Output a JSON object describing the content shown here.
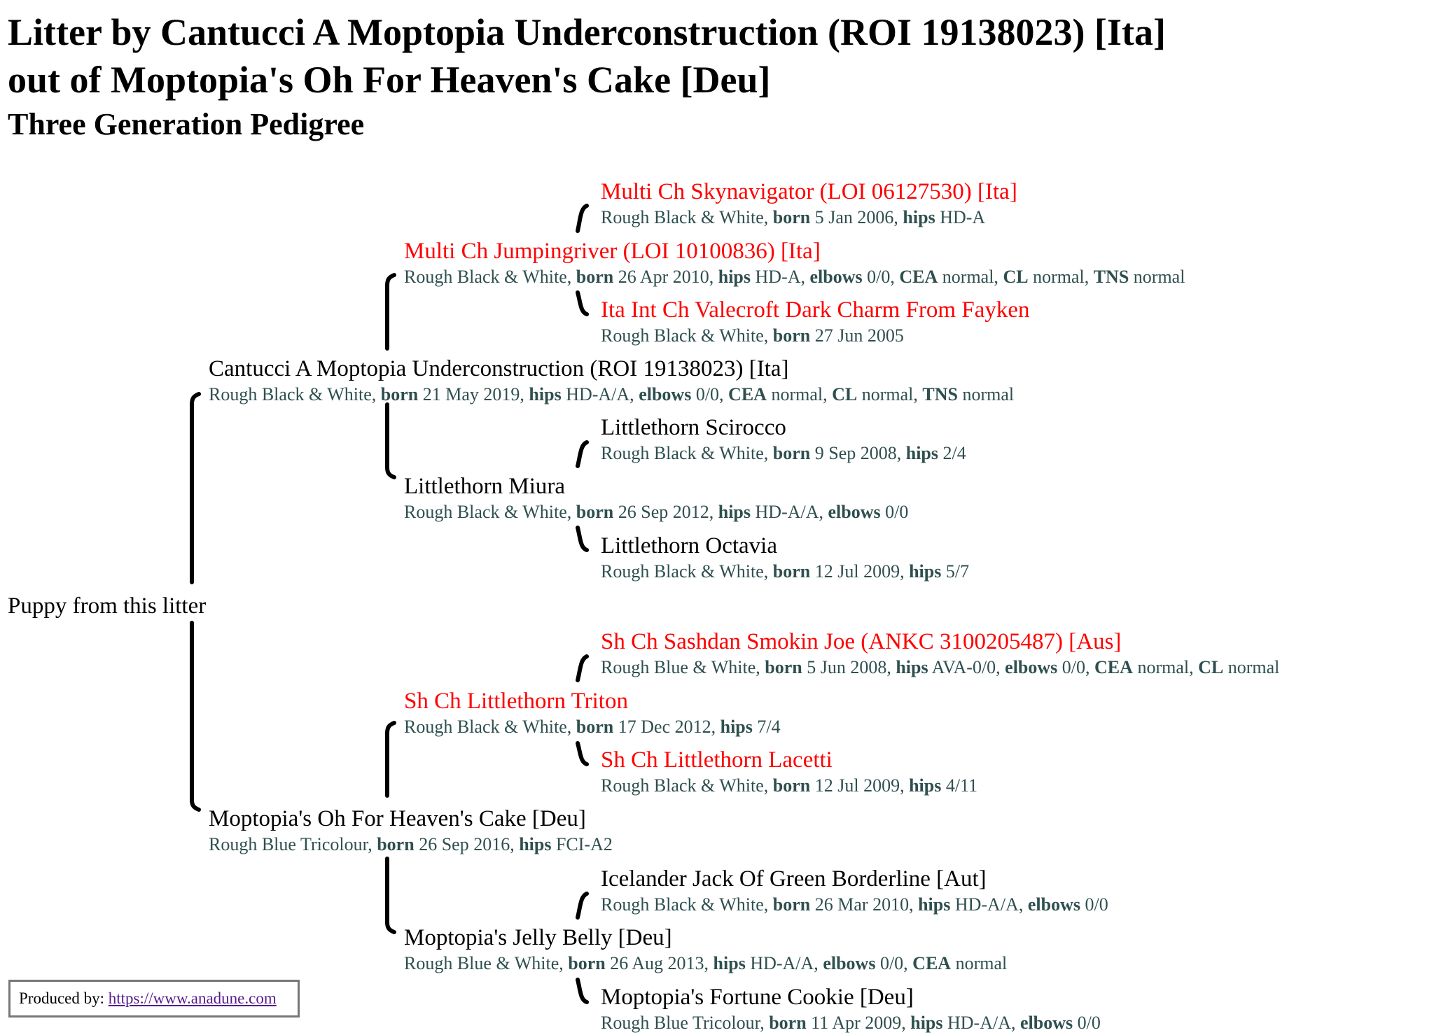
{
  "page": {
    "title_line1": "Litter by Cantucci A Moptopia Underconstruction (ROI 19138023) [Ita]",
    "title_line2": "out of Moptopia's Oh For Heaven's Cake [Deu]",
    "subtitle": "Three Generation Pedigree"
  },
  "puppy": {
    "name": "Puppy from this litter"
  },
  "sire": {
    "name": "Cantucci A Moptopia Underconstruction (ROI 19138023) [Ita]",
    "champion": false,
    "info": [
      [
        "",
        "Rough Black & White, "
      ],
      [
        "born",
        " 21 May 2019, "
      ],
      [
        "hips",
        " HD-A/A, "
      ],
      [
        "elbows",
        " 0/0, "
      ],
      [
        "CEA",
        " normal, "
      ],
      [
        "CL",
        " normal, "
      ],
      [
        "TNS",
        " normal"
      ]
    ]
  },
  "sire_sire": {
    "name": "Multi Ch Jumpingriver (LOI 10100836) [Ita]",
    "champion": true,
    "info": [
      [
        "",
        "Rough Black & White, "
      ],
      [
        "born",
        " 26 Apr 2010, "
      ],
      [
        "hips",
        " HD-A, "
      ],
      [
        "elbows",
        " 0/0, "
      ],
      [
        "CEA",
        " normal, "
      ],
      [
        "CL",
        " normal, "
      ],
      [
        "TNS",
        " normal"
      ]
    ]
  },
  "sire_sire_sire": {
    "name": "Multi Ch Skynavigator (LOI 06127530) [Ita]",
    "champion": true,
    "info": [
      [
        "",
        "Rough Black & White, "
      ],
      [
        "born",
        " 5 Jan 2006, "
      ],
      [
        "hips",
        " HD-A"
      ]
    ]
  },
  "sire_sire_dam": {
    "name": "Ita Int Ch Valecroft Dark Charm From Fayken",
    "champion": true,
    "info": [
      [
        "",
        "Rough Black & White, "
      ],
      [
        "born",
        " 27 Jun 2005"
      ]
    ]
  },
  "sire_dam": {
    "name": "Littlethorn Miura",
    "champion": false,
    "info": [
      [
        "",
        "Rough Black & White, "
      ],
      [
        "born",
        " 26 Sep 2012, "
      ],
      [
        "hips",
        " HD-A/A, "
      ],
      [
        "elbows",
        " 0/0"
      ]
    ]
  },
  "sire_dam_sire": {
    "name": "Littlethorn Scirocco",
    "champion": false,
    "info": [
      [
        "",
        "Rough Black & White, "
      ],
      [
        "born",
        " 9 Sep 2008, "
      ],
      [
        "hips",
        " 2/4"
      ]
    ]
  },
  "sire_dam_dam": {
    "name": "Littlethorn Octavia",
    "champion": false,
    "info": [
      [
        "",
        "Rough Black & White, "
      ],
      [
        "born",
        " 12 Jul 2009, "
      ],
      [
        "hips",
        " 5/7"
      ]
    ]
  },
  "dam": {
    "name": "Moptopia's Oh For Heaven's Cake [Deu]",
    "champion": false,
    "info": [
      [
        "",
        "Rough Blue Tricolour, "
      ],
      [
        "born",
        " 26 Sep 2016, "
      ],
      [
        "hips",
        " FCI-A2"
      ]
    ]
  },
  "dam_sire": {
    "name": "Sh Ch Littlethorn Triton",
    "champion": true,
    "info": [
      [
        "",
        "Rough Black & White, "
      ],
      [
        "born",
        " 17 Dec 2012, "
      ],
      [
        "hips",
        " 7/4"
      ]
    ]
  },
  "dam_sire_sire": {
    "name": "Sh Ch Sashdan Smokin Joe (ANKC 3100205487) [Aus]",
    "champion": true,
    "info": [
      [
        "",
        "Rough Blue & White, "
      ],
      [
        "born",
        " 5 Jun 2008, "
      ],
      [
        "hips",
        " AVA-0/0, "
      ],
      [
        "elbows",
        " 0/0, "
      ],
      [
        "CEA",
        " normal, "
      ],
      [
        "CL",
        " normal"
      ]
    ]
  },
  "dam_sire_dam": {
    "name": "Sh Ch Littlethorn Lacetti",
    "champion": true,
    "info": [
      [
        "",
        "Rough Black & White, "
      ],
      [
        "born",
        " 12 Jul 2009, "
      ],
      [
        "hips",
        " 4/11"
      ]
    ]
  },
  "dam_dam": {
    "name": "Moptopia's Jelly Belly [Deu]",
    "champion": false,
    "info": [
      [
        "",
        "Rough Blue & White, "
      ],
      [
        "born",
        " 26 Aug 2013, "
      ],
      [
        "hips",
        " HD-A/A, "
      ],
      [
        "elbows",
        " 0/0, "
      ],
      [
        "CEA",
        " normal"
      ]
    ]
  },
  "dam_dam_sire": {
    "name": "Icelander Jack Of Green Borderline [Aut]",
    "champion": false,
    "info": [
      [
        "",
        "Rough Black & White, "
      ],
      [
        "born",
        " 26 Mar 2010, "
      ],
      [
        "hips",
        " HD-A/A, "
      ],
      [
        "elbows",
        " 0/0"
      ]
    ]
  },
  "dam_dam_dam": {
    "name": "Moptopia's Fortune Cookie [Deu]",
    "champion": false,
    "info": [
      [
        "",
        "Rough Blue Tricolour, "
      ],
      [
        "born",
        " 11 Apr 2009, "
      ],
      [
        "hips",
        " HD-A/A, "
      ],
      [
        "elbows",
        " 0/0"
      ]
    ]
  },
  "footer": {
    "label": "Produced by: ",
    "link": "https://www.anadune.com"
  },
  "colors": {
    "champion": "#ff0000",
    "info": "#2f4f4f",
    "link": "#551a8b"
  }
}
